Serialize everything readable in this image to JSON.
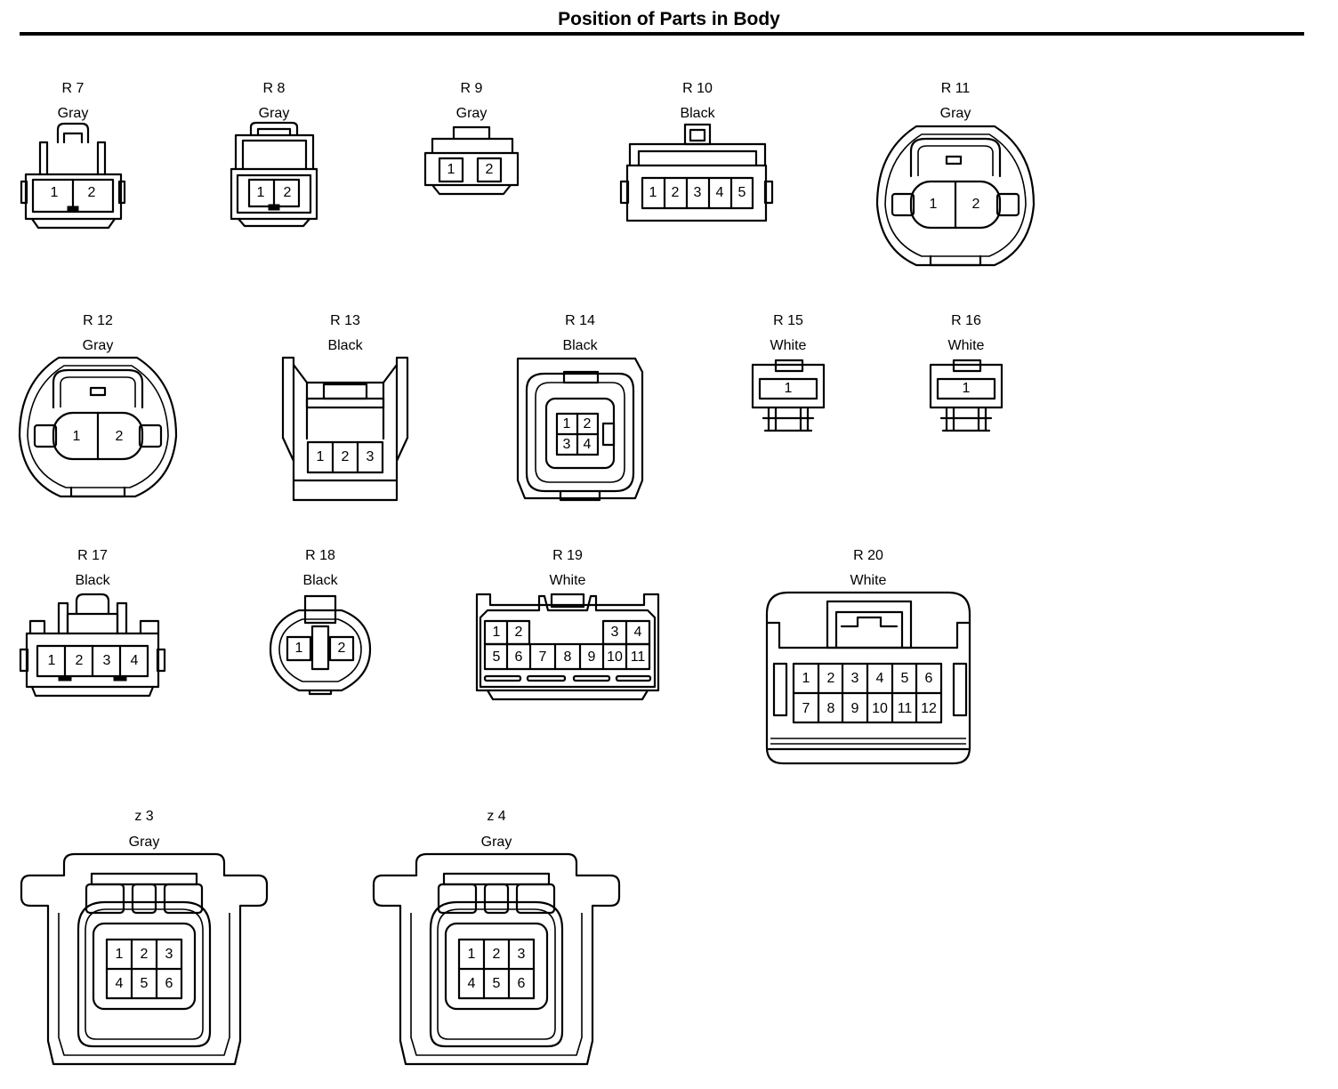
{
  "title": "Position of Parts in Body",
  "connectors": [
    {
      "id": "R 7",
      "color": "Gray",
      "pins": [
        "1",
        "2"
      ]
    },
    {
      "id": "R 8",
      "color": "Gray",
      "pins": [
        "1",
        "2"
      ]
    },
    {
      "id": "R 9",
      "color": "Gray",
      "pins": [
        "1",
        "2"
      ]
    },
    {
      "id": "R 10",
      "color": "Black",
      "pins": [
        "1",
        "2",
        "3",
        "4",
        "5"
      ]
    },
    {
      "id": "R 11",
      "color": "Gray",
      "pins": [
        "1",
        "2"
      ]
    },
    {
      "id": "R 12",
      "color": "Gray",
      "pins": [
        "1",
        "2"
      ]
    },
    {
      "id": "R 13",
      "color": "Black",
      "pins": [
        "1",
        "2",
        "3"
      ]
    },
    {
      "id": "R 14",
      "color": "Black",
      "pins": [
        "1",
        "2",
        "3",
        "4"
      ]
    },
    {
      "id": "R 15",
      "color": "White",
      "pins": [
        "1"
      ]
    },
    {
      "id": "R 16",
      "color": "White",
      "pins": [
        "1"
      ]
    },
    {
      "id": "R 17",
      "color": "Black",
      "pins": [
        "1",
        "2",
        "3",
        "4"
      ]
    },
    {
      "id": "R 18",
      "color": "Black",
      "pins": [
        "1",
        "2"
      ]
    },
    {
      "id": "R 19",
      "color": "White",
      "pins": [
        "1",
        "2",
        "3",
        "4",
        "5",
        "6",
        "7",
        "8",
        "9",
        "10",
        "11"
      ]
    },
    {
      "id": "R 20",
      "color": "White",
      "pins": [
        "1",
        "2",
        "3",
        "4",
        "5",
        "6",
        "7",
        "8",
        "9",
        "10",
        "11",
        "12"
      ]
    },
    {
      "id": "z 3",
      "color": "Gray",
      "pins": [
        "1",
        "2",
        "3",
        "4",
        "5",
        "6"
      ]
    },
    {
      "id": "z 4",
      "color": "Gray",
      "pins": [
        "1",
        "2",
        "3",
        "4",
        "5",
        "6"
      ]
    }
  ]
}
